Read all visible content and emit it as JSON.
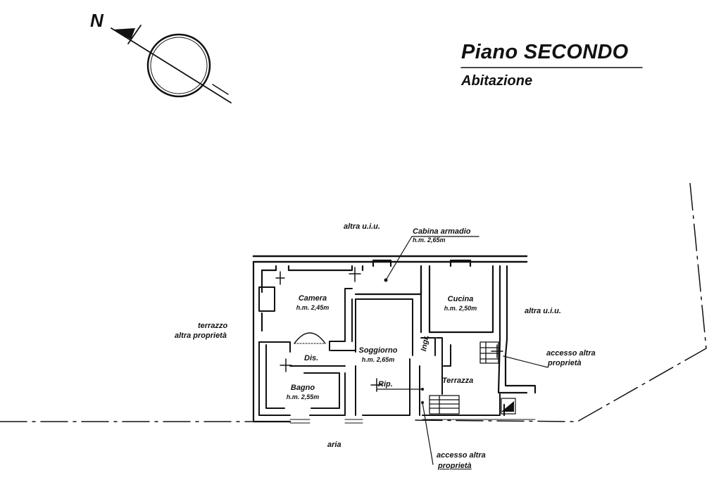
{
  "header": {
    "title": "Piano SECONDO",
    "subtitle": "Abitazione",
    "north_symbol": "N"
  },
  "labels": {
    "altra_uiu_top": "altra u.i.u.",
    "altra_uiu_right": "altra u.i.u.",
    "terrazzo_line1": "terrazzo",
    "terrazzo_line2": "altra proprietà",
    "aria": "aria",
    "accesso_right_line1": "accesso altra",
    "accesso_right_line2": "proprietà",
    "accesso_bottom_line1": "accesso altra",
    "accesso_bottom_line2": "proprietà"
  },
  "rooms": {
    "cabina": {
      "name": "Cabina armadio",
      "height": "h.m. 2,65m"
    },
    "camera": {
      "name": "Camera",
      "height": "h.m. 2,45m"
    },
    "cucina": {
      "name": "Cucina",
      "height": "h.m. 2,50m"
    },
    "soggiorno": {
      "name": "Soggiorno",
      "height": "h.m. 2,65m"
    },
    "bagno": {
      "name": "Bagno",
      "height": "h.m. 2,55m"
    },
    "dis": {
      "name": "Dis."
    },
    "ingr": {
      "name": "Ingr."
    },
    "rip": {
      "name": "Rip."
    },
    "terrazza": {
      "name": "Terrazza"
    }
  },
  "colors": {
    "ink": "#111111",
    "paper": "#ffffff"
  },
  "icons": [
    "north-arrow-icon",
    "compass-circle-icon"
  ]
}
